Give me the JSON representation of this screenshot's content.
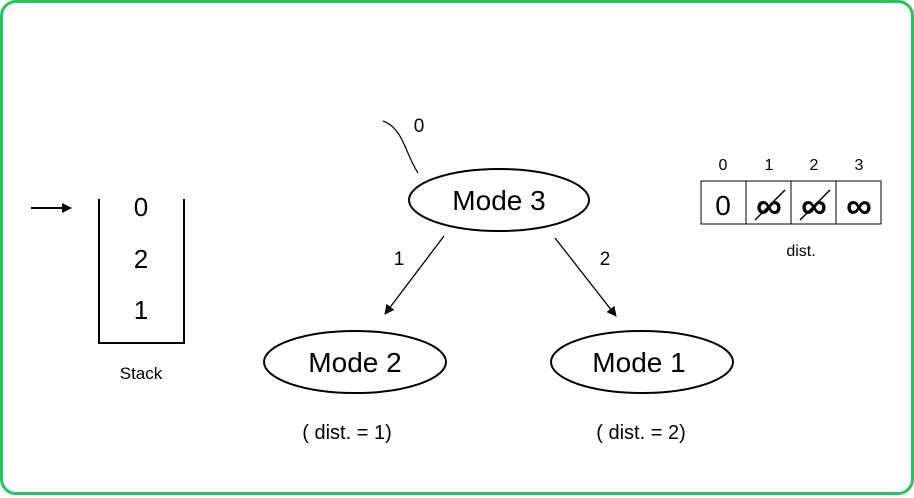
{
  "colors": {
    "border": "#22c55e",
    "ink": "#000000",
    "background": "#ffffff"
  },
  "stack": {
    "label": "Stack",
    "items": [
      "0",
      "2",
      "1"
    ]
  },
  "nodes": {
    "root": {
      "label": "Mode 3",
      "incoming_weight": "0"
    },
    "left": {
      "label": "Mode 2",
      "distance": "( dist. = 1)"
    },
    "right": {
      "label": "Mode 1",
      "distance": "( dist. = 2)"
    }
  },
  "edges": {
    "left_weight": "1",
    "right_weight": "2"
  },
  "dist_array": {
    "label": "dist.",
    "indices": [
      "0",
      "1",
      "2",
      "3"
    ],
    "values": [
      "0",
      "∞",
      "∞",
      "∞"
    ],
    "crossed": [
      false,
      true,
      true,
      false
    ]
  }
}
